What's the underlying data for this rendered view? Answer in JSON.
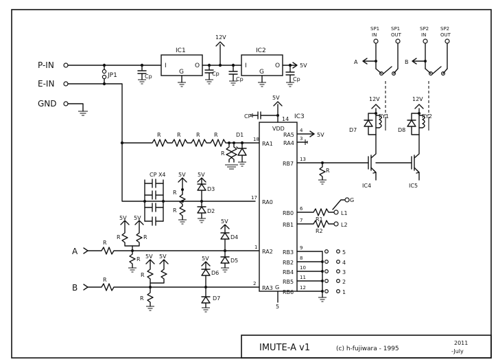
{
  "inputs": {
    "p_in": "P-IN",
    "e_in": "E-IN",
    "gnd": "GND",
    "a": "A",
    "b": "B"
  },
  "supply": {
    "v12": "12V",
    "v5": "5V"
  },
  "regulators": {
    "ic1": "IC1",
    "ic2": "IC2",
    "pin_i": "I",
    "pin_o": "O",
    "pin_g": "G"
  },
  "parts": {
    "jp1": "JP1",
    "cp": "Cp",
    "cp_x4": "CP X4",
    "r": "R",
    "r1": "R1",
    "r2": "R2",
    "d1": "D1",
    "d2": "D2",
    "d3": "D3",
    "d4": "D4",
    "d5": "D5",
    "d6": "D6",
    "d7": "D7",
    "d8": "D8",
    "ry1": "RY1",
    "ry2": "RY2",
    "ic4": "IC4",
    "ic5": "IC5",
    "l1": "L1",
    "l2": "L2",
    "g": "G"
  },
  "mcu": {
    "name": "IC3",
    "vdd": "VDD",
    "cp": "CP",
    "g": "G",
    "pins": {
      "p14": "14",
      "p4": "4",
      "p3": "3",
      "p18": "18",
      "p13": "13",
      "p17": "17",
      "p6": "6",
      "p7": "7",
      "p1": "1",
      "p9": "9",
      "p8": "8",
      "p10": "10",
      "p11": "11",
      "p12": "12",
      "p2": "2",
      "p5": "5"
    },
    "ports": {
      "ra5": "RA5",
      "ra4": "RA4",
      "ra1": "RA1",
      "rb7": "RB7",
      "ra0": "RA0",
      "rb0": "RB0",
      "rb1": "RB1",
      "ra2": "RA2",
      "rb3": "RB3",
      "rb2": "RB2",
      "rb4": "RB4",
      "rb5": "RB5",
      "rb6": "RB6",
      "ra3": "RA3"
    }
  },
  "speakers": {
    "sp1_top": "SP1",
    "sp1_in": "IN",
    "sp1_out_top": "SP1",
    "sp1_out": "OUT",
    "sp2_top": "SP2",
    "sp2_in": "IN",
    "sp2_out_top": "SP2",
    "sp2_out": "OUT"
  },
  "selector": {
    "n5": "5",
    "n4": "4",
    "n3": "3",
    "n2": "2",
    "n1": "1"
  },
  "title_block": {
    "name": "IMUTE-A  v1",
    "author": "(c) h-fujiwara - 1995",
    "year": "2011",
    "month": "-July"
  }
}
